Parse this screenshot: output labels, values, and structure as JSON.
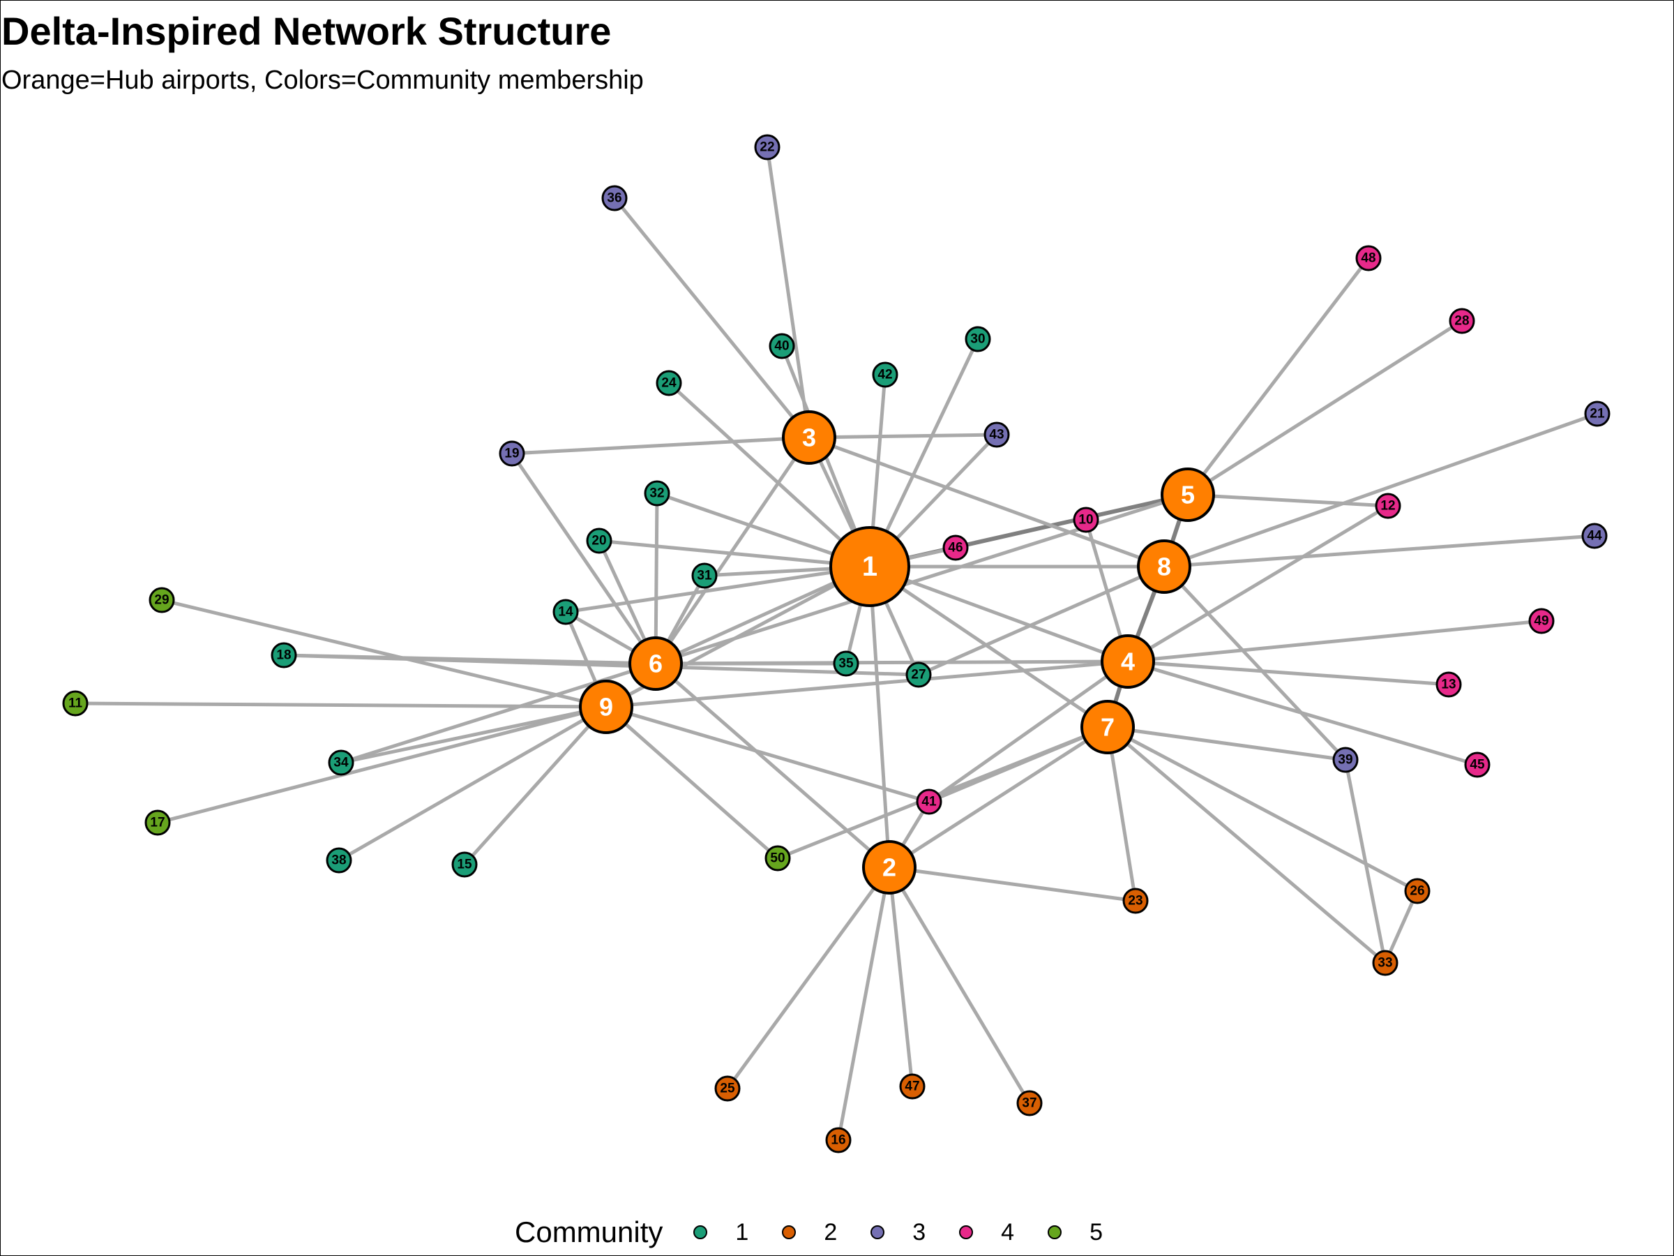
{
  "title": "Delta-Inspired Network Structure",
  "subtitle": "Orange=Hub airports, Colors=Community membership",
  "legend": {
    "title": "Community",
    "entries": [
      {
        "label": "1",
        "color": "#1b9e77"
      },
      {
        "label": "2",
        "color": "#d95f02"
      },
      {
        "label": "3",
        "color": "#7570b3"
      },
      {
        "label": "4",
        "color": "#e7298a"
      },
      {
        "label": "5",
        "color": "#66a61e"
      }
    ]
  },
  "colors": {
    "hub": "#ff7f00",
    "edge": "#a9a9a9",
    "edge_strong": "#808080",
    "node_border": "#000000"
  },
  "nodes": [
    {
      "id": "1",
      "hub": true,
      "community": 1
    },
    {
      "id": "2",
      "hub": true,
      "community": 2
    },
    {
      "id": "3",
      "hub": true,
      "community": 1
    },
    {
      "id": "4",
      "hub": true,
      "community": 4
    },
    {
      "id": "5",
      "hub": true,
      "community": 4
    },
    {
      "id": "6",
      "hub": true,
      "community": 1
    },
    {
      "id": "7",
      "hub": true,
      "community": 2
    },
    {
      "id": "8",
      "hub": true,
      "community": 4
    },
    {
      "id": "9",
      "hub": true,
      "community": 5
    },
    {
      "id": "10",
      "community": 4
    },
    {
      "id": "11",
      "community": 5
    },
    {
      "id": "12",
      "community": 4
    },
    {
      "id": "13",
      "community": 4
    },
    {
      "id": "14",
      "community": 1
    },
    {
      "id": "15",
      "community": 1
    },
    {
      "id": "16",
      "community": 2
    },
    {
      "id": "17",
      "community": 5
    },
    {
      "id": "18",
      "community": 1
    },
    {
      "id": "19",
      "community": 3
    },
    {
      "id": "20",
      "community": 1
    },
    {
      "id": "21",
      "community": 3
    },
    {
      "id": "22",
      "community": 3
    },
    {
      "id": "23",
      "community": 2
    },
    {
      "id": "24",
      "community": 1
    },
    {
      "id": "25",
      "community": 2
    },
    {
      "id": "26",
      "community": 2
    },
    {
      "id": "27",
      "community": 1
    },
    {
      "id": "28",
      "community": 4
    },
    {
      "id": "29",
      "community": 5
    },
    {
      "id": "30",
      "community": 1
    },
    {
      "id": "31",
      "community": 1
    },
    {
      "id": "32",
      "community": 1
    },
    {
      "id": "33",
      "community": 2
    },
    {
      "id": "34",
      "community": 1
    },
    {
      "id": "35",
      "community": 1
    },
    {
      "id": "36",
      "community": 3
    },
    {
      "id": "37",
      "community": 2
    },
    {
      "id": "38",
      "community": 1
    },
    {
      "id": "39",
      "community": 3
    },
    {
      "id": "40",
      "community": 1
    },
    {
      "id": "41",
      "community": 4
    },
    {
      "id": "42",
      "community": 1
    },
    {
      "id": "43",
      "community": 3
    },
    {
      "id": "44",
      "community": 3
    },
    {
      "id": "45",
      "community": 4
    },
    {
      "id": "46",
      "community": 4
    },
    {
      "id": "47",
      "community": 2
    },
    {
      "id": "48",
      "community": 4
    },
    {
      "id": "49",
      "community": 4
    },
    {
      "id": "50",
      "community": 5
    }
  ],
  "edges": [
    [
      "1",
      "3"
    ],
    [
      "1",
      "2"
    ],
    [
      "1",
      "4"
    ],
    [
      "1",
      "6"
    ],
    [
      "1",
      "7"
    ],
    [
      "1",
      "8"
    ],
    [
      "1",
      "9"
    ],
    [
      "1",
      "5",
      1
    ],
    [
      "4",
      "8",
      1
    ],
    [
      "5",
      "8",
      1
    ],
    [
      "4",
      "7",
      1
    ],
    [
      "1",
      "20"
    ],
    [
      "1",
      "31"
    ],
    [
      "1",
      "32"
    ],
    [
      "1",
      "14"
    ],
    [
      "1",
      "30"
    ],
    [
      "1",
      "42"
    ],
    [
      "1",
      "43"
    ],
    [
      "1",
      "40"
    ],
    [
      "1",
      "24"
    ],
    [
      "1",
      "35"
    ],
    [
      "1",
      "27"
    ],
    [
      "1",
      "46"
    ],
    [
      "3",
      "22"
    ],
    [
      "3",
      "36"
    ],
    [
      "3",
      "19"
    ],
    [
      "3",
      "43"
    ],
    [
      "3",
      "8"
    ],
    [
      "3",
      "6"
    ],
    [
      "5",
      "48"
    ],
    [
      "5",
      "28"
    ],
    [
      "5",
      "12"
    ],
    [
      "5",
      "6"
    ],
    [
      "8",
      "21"
    ],
    [
      "8",
      "44"
    ],
    [
      "8",
      "39"
    ],
    [
      "8",
      "27"
    ],
    [
      "4",
      "10"
    ],
    [
      "4",
      "12"
    ],
    [
      "4",
      "49"
    ],
    [
      "4",
      "13"
    ],
    [
      "4",
      "45"
    ],
    [
      "4",
      "6"
    ],
    [
      "4",
      "9"
    ],
    [
      "4",
      "41"
    ],
    [
      "6",
      "18"
    ],
    [
      "6",
      "14"
    ],
    [
      "6",
      "20"
    ],
    [
      "6",
      "32"
    ],
    [
      "6",
      "31"
    ],
    [
      "6",
      "19"
    ],
    [
      "6",
      "2"
    ],
    [
      "6",
      "35"
    ],
    [
      "6",
      "34"
    ],
    [
      "9",
      "11"
    ],
    [
      "9",
      "29"
    ],
    [
      "9",
      "17"
    ],
    [
      "9",
      "34"
    ],
    [
      "9",
      "38"
    ],
    [
      "9",
      "15"
    ],
    [
      "9",
      "41"
    ],
    [
      "9",
      "50"
    ],
    [
      "9",
      "14"
    ],
    [
      "18",
      "27"
    ],
    [
      "7",
      "39"
    ],
    [
      "7",
      "26"
    ],
    [
      "7",
      "33"
    ],
    [
      "7",
      "23"
    ],
    [
      "7",
      "41"
    ],
    [
      "7",
      "50"
    ],
    [
      "7",
      "2"
    ],
    [
      "2",
      "23"
    ],
    [
      "2",
      "25"
    ],
    [
      "2",
      "16"
    ],
    [
      "2",
      "47"
    ],
    [
      "2",
      "37"
    ],
    [
      "2",
      "41"
    ],
    [
      "39",
      "33"
    ],
    [
      "26",
      "33"
    ]
  ]
}
